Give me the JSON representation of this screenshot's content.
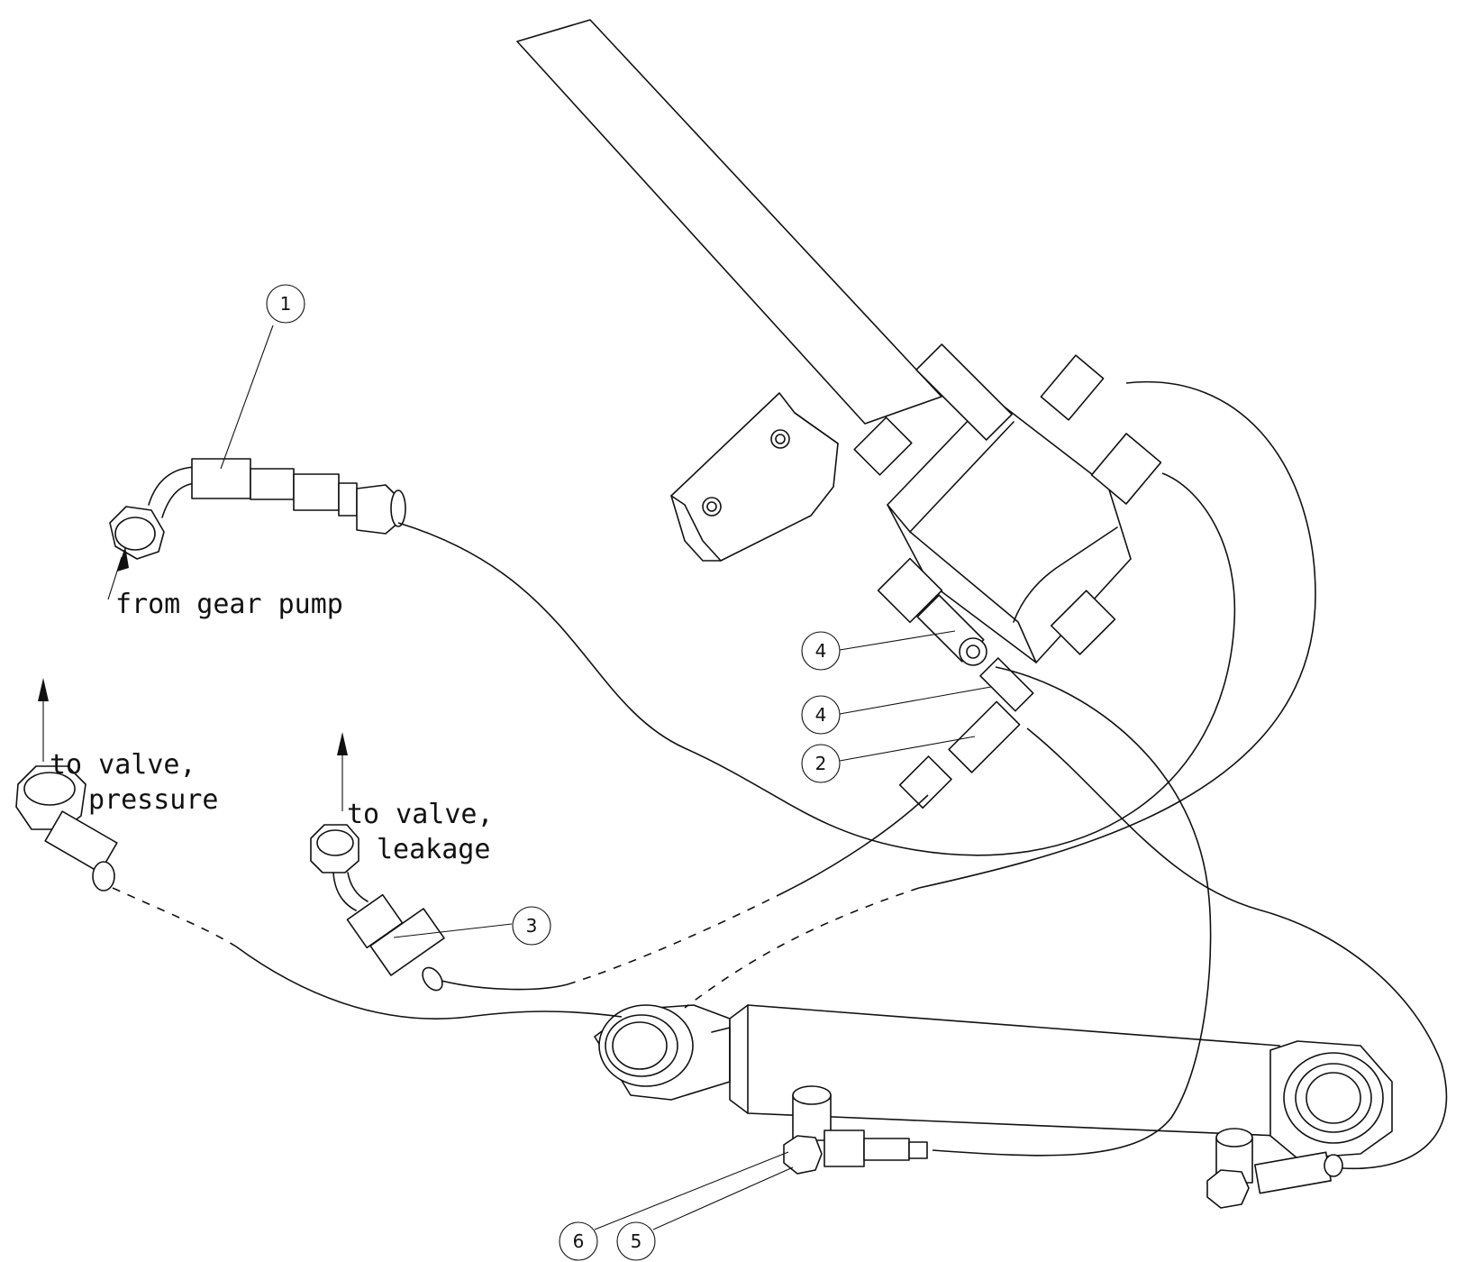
{
  "balloons": [
    {
      "id": "1",
      "label": "1"
    },
    {
      "id": "4a",
      "label": "4"
    },
    {
      "id": "4b",
      "label": "4"
    },
    {
      "id": "2",
      "label": "2"
    },
    {
      "id": "3",
      "label": "3"
    },
    {
      "id": "6",
      "label": "6"
    },
    {
      "id": "5",
      "label": "5"
    }
  ],
  "notes": {
    "gear_pump": "from gear pump",
    "valve_pressure_line1": "to valve,",
    "valve_pressure_line2": "pressure",
    "valve_leakage_line1": "to valve,",
    "valve_leakage_line2": "leakage"
  }
}
